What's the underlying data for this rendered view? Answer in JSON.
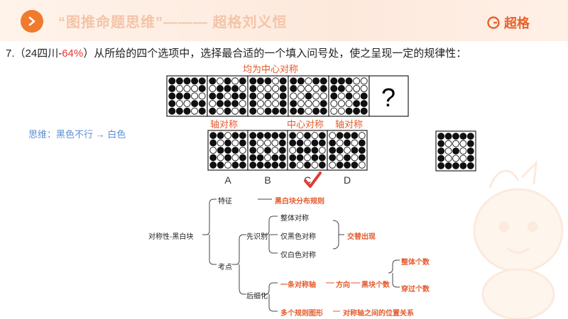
{
  "header": {
    "title": "“图推命题思维”——— 超格刘义恒",
    "brand": "超格"
  },
  "question": {
    "prefix": "7.（24四川-",
    "pct": "64%",
    "suffix": "）从所给的四个选项中，选择最合适的一个填入问号处，使之呈现一定的规律性："
  },
  "labels": {
    "top": "均为中心对称",
    "axis": "轴对称",
    "center": "中心对称",
    "axis2": "轴对称",
    "thinking": "思维：黑色不行 → 白色",
    "question_mark": "?"
  },
  "options": [
    "A",
    "B",
    "C",
    "D"
  ],
  "answer": "C",
  "mindmap": {
    "root": "对称性-黑白块",
    "feature": "特征",
    "feature_val": "黑白块分布规则",
    "points": "考点",
    "identify": "先识别",
    "whole": "整体对称",
    "black_only": "仅黑色对称",
    "white_only": "仅白色对称",
    "alternate": "交替出现",
    "refine": "后细化",
    "one_axis": "一条对称轴",
    "direction": "方向",
    "black_count": "黑块个数",
    "whole_count": "整体个数",
    "cross_count": "穿过个数",
    "multi": "多个规则图形",
    "axis_relation": "对称轴之间的位置关系"
  },
  "grids": {
    "q1": [
      "BBBBB",
      "BWWWB",
      "BBBWW",
      "BWWBB",
      "BBBWB"
    ],
    "q2": [
      "BWBWB",
      "WBBBW",
      "BBWBB",
      "WBBBW",
      "BWBWB"
    ],
    "q3": [
      "BBBWB",
      "BWWWB",
      "BWBWB",
      "BWWWB",
      "BWBBB"
    ],
    "q4": [
      "BBWBB",
      "BWWWB",
      "WWBWW",
      "BWWWB",
      "BBWBB"
    ],
    "q5": [
      "BBBWW",
      "BBWWW",
      "BWBWB",
      "WWWBB",
      "WWBBB"
    ],
    "optA": [
      "BBWBB",
      "BWBWB",
      "WBBBW",
      "BWBWB",
      "BBWBB"
    ],
    "optB": [
      "BBBBB",
      "BWWWB",
      "BWBWB",
      "BBWBB",
      "BBBBB"
    ],
    "optC": [
      "BWBWB",
      "BBWBB",
      "WBBBW",
      "BBWBB",
      "BWBWB"
    ],
    "optD": [
      "WBBBW",
      "BWBWB",
      "BBWBB",
      "BWBWB",
      "WBBBW"
    ],
    "side": [
      "BBBBB",
      "BWWWB",
      "BWBWB",
      "BWWWB",
      "BBBBB"
    ]
  },
  "colors": {
    "accent": "#f07a2e",
    "red": "#e53935",
    "blue": "#5b8fd6",
    "title": "#f4c4a8"
  }
}
